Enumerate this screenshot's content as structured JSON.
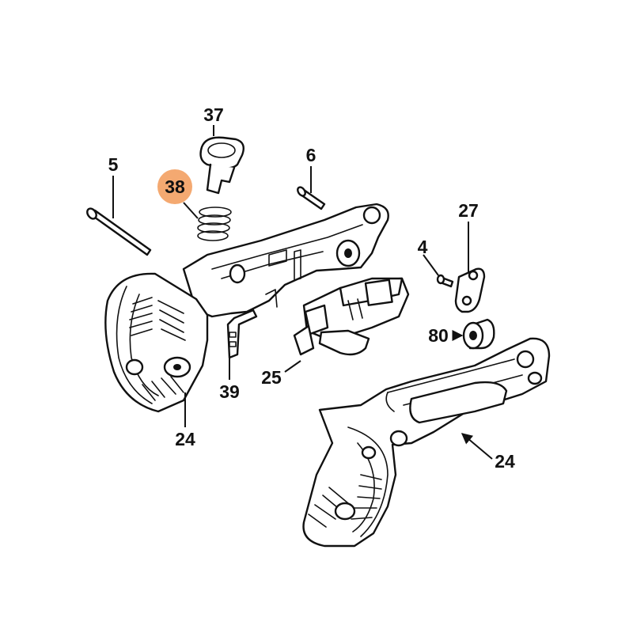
{
  "highlight_color": "#f4a971",
  "callouts": {
    "c5": "5",
    "c37": "37",
    "c38": "38",
    "c6": "6",
    "c27": "27",
    "c4": "4",
    "c80": "80",
    "c25": "25",
    "c39": "39",
    "c24_left": "24",
    "c24_right": "24"
  }
}
